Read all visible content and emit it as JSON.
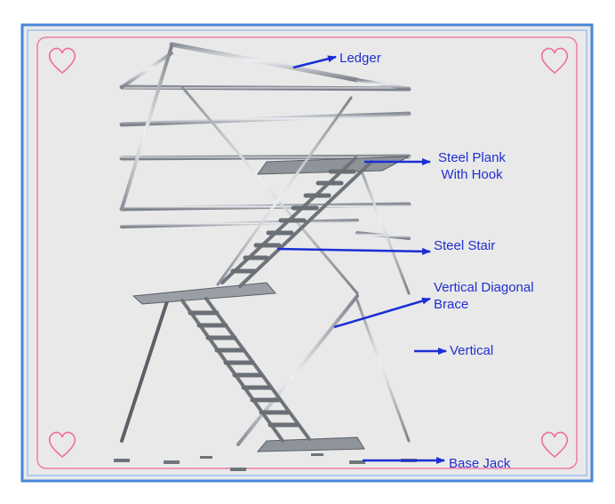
{
  "diagram": {
    "colors": {
      "background": "#e9e9e9",
      "outer_frame": "#4a86d8",
      "inner_frame": "#f07aa8",
      "heart": "#ee6f9a",
      "label": "#1f2fd0",
      "arrow": "#1a2fd6",
      "steel_light": "#d8dbe0",
      "steel_dark": "#7d828a"
    },
    "labels": {
      "ledger": "Ledger",
      "plank_line1": "Steel Plank",
      "plank_line2": "With Hook",
      "stair": "Steel Stair",
      "brace_line1": "Vertical Diagonal",
      "brace_line2": "Brace",
      "vertical": "Vertical",
      "base_jack": "Base Jack"
    }
  }
}
